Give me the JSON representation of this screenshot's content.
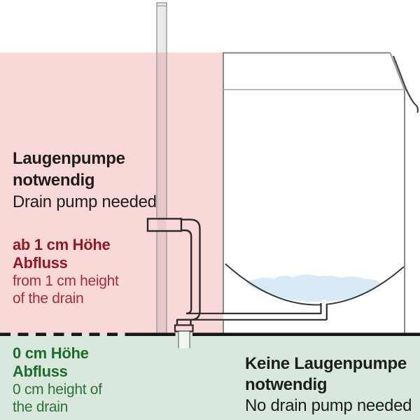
{
  "colors": {
    "zone-pump": "#fbd8d8",
    "zone-nopump": "#d9e8dc",
    "text-dark": "#1d1d1b",
    "red-bold": "#8e1b23",
    "red-regular": "#9d3138",
    "green-bold": "#1e6b2c",
    "green-regular": "#2e7037",
    "water": "#d8eaf6",
    "ground": "#161616"
  },
  "zones": {
    "pump_needed": {
      "name_de": [
        "Laugenpumpe",
        "notwendig"
      ],
      "name_en": "Drain pump needed",
      "condition_de": [
        "ab 1 cm Höhe",
        "Abfluss"
      ],
      "condition_en": [
        "from 1 cm height",
        "of the drain"
      ]
    },
    "no_pump_needed": {
      "condition_de": [
        "0 cm Höhe",
        "Abfluss"
      ],
      "condition_en": [
        "0 cm height of",
        "the drain"
      ],
      "name_de": [
        "Keine Laugenpumpe",
        "notwendig"
      ],
      "name_en": "No drain pump needed"
    }
  },
  "diagram": {
    "machine": "washing-machine",
    "tub": "wash-tub-with-water",
    "standpipe": "drain-standpipe",
    "fitting": "standpipe-inlet-fitting",
    "connector": "connector-pipe",
    "hose": "machine-drain-hose",
    "floor_drain": "floor-drain",
    "boundary": "zone-boundary-dashed-line",
    "ground": "ground-line"
  }
}
